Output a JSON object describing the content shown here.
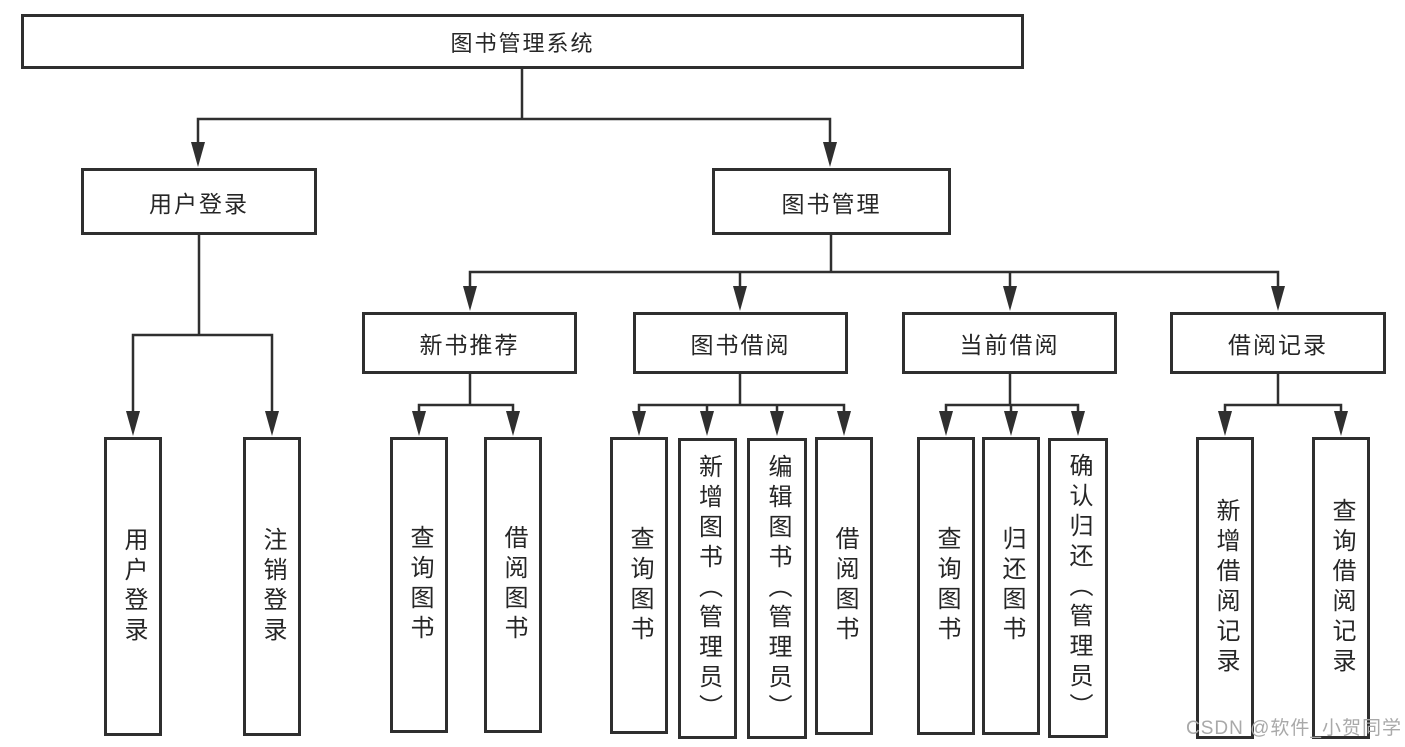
{
  "tree": {
    "root": "图书管理系统",
    "branches": [
      {
        "label": "用户登录",
        "leaves": [
          "用户登录",
          "注销登录"
        ]
      },
      {
        "label": "图书管理",
        "groups": [
          {
            "label": "新书推荐",
            "leaves": [
              "查询图书",
              "借阅图书"
            ]
          },
          {
            "label": "图书借阅",
            "leaves": [
              "查询图书",
              "新增图书（管理员）",
              "编辑图书（管理员）",
              "借阅图书"
            ]
          },
          {
            "label": "当前借阅",
            "leaves": [
              "查询图书",
              "归还图书",
              "确认归还（管理员）"
            ]
          },
          {
            "label": "借阅记录",
            "leaves": [
              "新增借阅记录",
              "查询借阅记录"
            ]
          }
        ]
      }
    ]
  },
  "watermark": {
    "text": "CSDN @软件_小贺同学"
  },
  "colors": {
    "line": "#2f2f2f",
    "text": "#262626",
    "watermark": "#a9a9a9",
    "background": "#ffffff"
  }
}
